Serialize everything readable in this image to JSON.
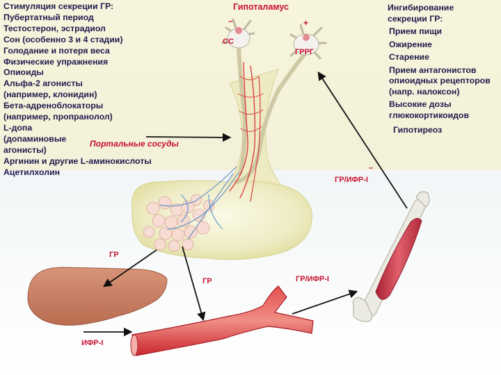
{
  "title_hypothalamus": "Гипоталамус",
  "stimulation": {
    "title": "Стимуляция  секреции ГР:",
    "items": [
      "Пубертатный период",
      "Тестостерон, эстрадиол",
      "Сон (особенно 3 и 4 стадии)",
      "Голодание и потеря веса",
      "Физические упражнения",
      "Опиоиды",
      "Альфа-2 агонисты",
      "(например, клонидин)",
      "Бета-адреноблокаторы",
      "(например, пропранолол)",
      "L-допа",
      "(допаминовые",
      "агонисты)",
      "Аргинин и другие L-аминокислоты",
      "Ацетилхолин"
    ]
  },
  "inhibition": {
    "title_line1": "Ингибирование",
    "title_line2": "секреции ГР:",
    "items": [
      "Прием пищи",
      "Ожирение",
      "Старение",
      "Прием антагонистов опиоидных рецепторов (напр. налоксон)",
      "Высокие дозы глюкокортикоидов",
      "Гипотиреоз"
    ]
  },
  "labels": {
    "ss_sign": "–",
    "ss": "СС",
    "grrg_sign": "+",
    "grrg": "ГРРГ",
    "portal": "Портальные сосуды",
    "gr_left": "ГР",
    "gr_center": "ГР",
    "gr_igf_top": "ГР/ИФР-I",
    "gr_igf_top_sign": "–",
    "gr_igf_mid": "ГР/ИФР-I",
    "igf_liver": "ИФР-I"
  },
  "colors": {
    "text": "#1f1a4d",
    "accent_red": "#c8102e",
    "brain": "#f0efcf",
    "liver": "#c77f62",
    "vessel": "#d8323b",
    "bone": "#ecebe3",
    "muscle": "#c83246"
  }
}
